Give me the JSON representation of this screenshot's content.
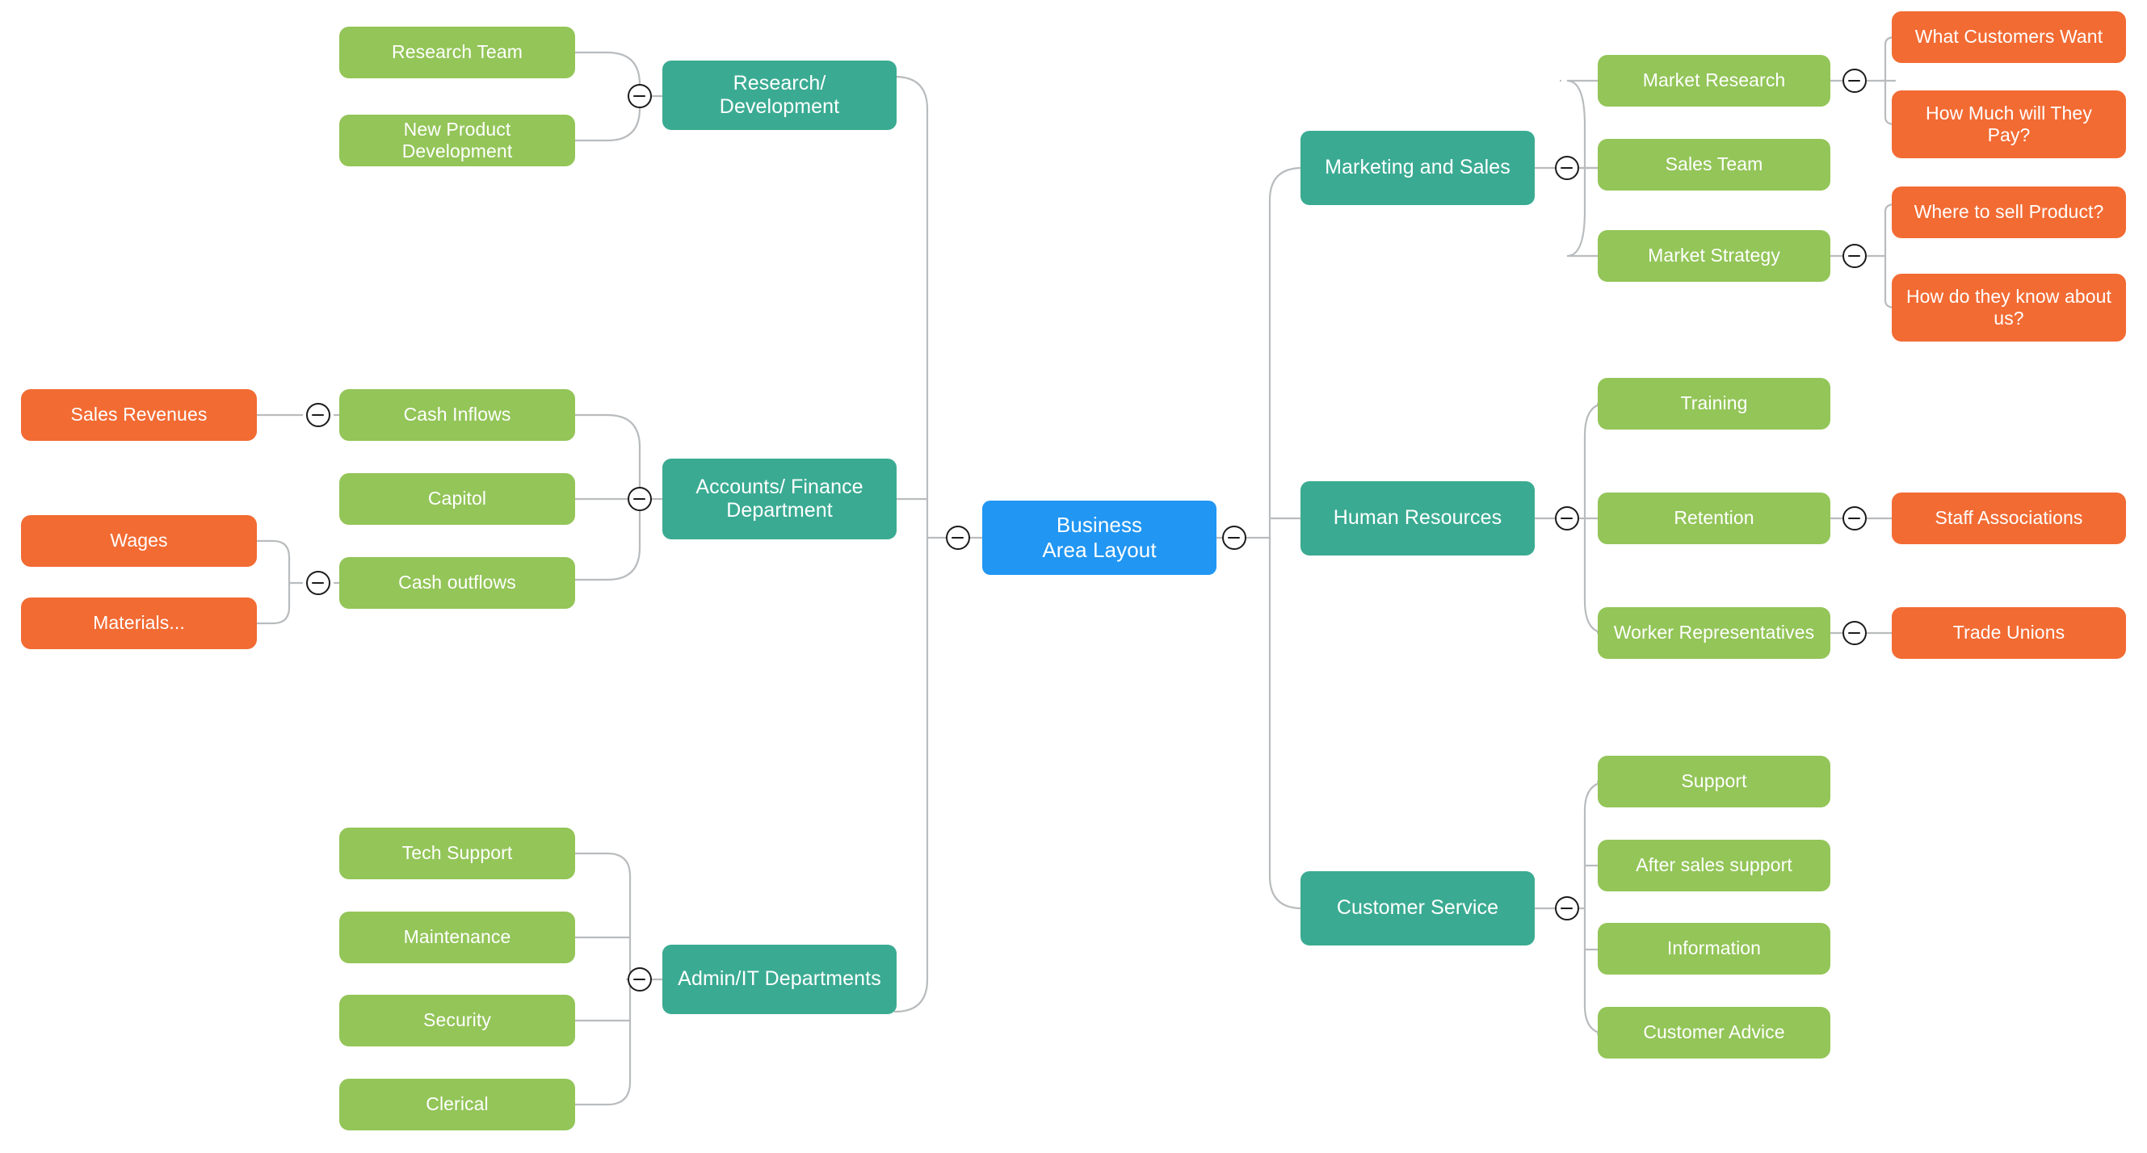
{
  "diagram": {
    "title": "Business Area Layout",
    "type": "mind-map",
    "background": "#ffffff",
    "colors": {
      "root": "#2196f3",
      "level1": "#3aab92",
      "level2": "#93c558",
      "level3": "#f26b33",
      "connector": "#b9bcbe",
      "toggle_border": "#1b1b1b",
      "node_text": "#ffffff"
    }
  },
  "toggle": {
    "icon": "collapse-minus-icon",
    "label": "−"
  },
  "nodes": {
    "root": {
      "label": "Business\nArea Layout",
      "line1": "Business",
      "line2": "Area Layout"
    },
    "research_development": {
      "label": "Research/ Development"
    },
    "research_team": {
      "label": "Research Team"
    },
    "new_product_development": {
      "label": "New Product Development",
      "line1": "New Product",
      "line2": "Development"
    },
    "accounts_finance": {
      "label": "Accounts/ Finance Department",
      "line1": "Accounts/ Finance",
      "line2": "Department"
    },
    "cash_inflows": {
      "label": "Cash Inflows"
    },
    "capitol": {
      "label": "Capitol"
    },
    "cash_outflows": {
      "label": "Cash outflows"
    },
    "sales_revenues": {
      "label": "Sales Revenues"
    },
    "wages": {
      "label": "Wages"
    },
    "materials": {
      "label": "Materials..."
    },
    "admin_it": {
      "label": "Admin/IT Departments"
    },
    "tech_support": {
      "label": "Tech Support"
    },
    "maintenance": {
      "label": "Maintenance"
    },
    "security": {
      "label": "Security"
    },
    "clerical": {
      "label": "Clerical"
    },
    "marketing_sales": {
      "label": "Marketing and Sales"
    },
    "market_research": {
      "label": "Market Research"
    },
    "sales_team": {
      "label": "Sales Team"
    },
    "market_strategy": {
      "label": "Market Strategy"
    },
    "what_customers_want": {
      "label": "What Customers Want"
    },
    "how_much_pay": {
      "label": "How Much will They Pay?",
      "line1": "How Much will They",
      "line2": "Pay?"
    },
    "where_to_sell": {
      "label": "Where to sell Product?"
    },
    "how_know_about_us": {
      "label": "How do they know about us?",
      "line1": "How do they know about",
      "line2": "us?"
    },
    "human_resources": {
      "label": "Human Resources"
    },
    "training": {
      "label": "Training"
    },
    "retention": {
      "label": "Retention"
    },
    "worker_representatives": {
      "label": "Worker Representatives"
    },
    "staff_associations": {
      "label": "Staff Associations"
    },
    "trade_unions": {
      "label": "Trade Unions"
    },
    "customer_service": {
      "label": "Customer Service"
    },
    "support": {
      "label": "Support"
    },
    "after_sales_support": {
      "label": "After sales support"
    },
    "information": {
      "label": "Information"
    },
    "customer_advice": {
      "label": "Customer Advice"
    }
  },
  "chart_data": {
    "type": "tree",
    "root": "Business Area Layout",
    "branches": [
      {
        "name": "Research/ Development",
        "side": "left",
        "children": [
          {
            "name": "Research Team",
            "children": []
          },
          {
            "name": "New Product Development",
            "children": []
          }
        ]
      },
      {
        "name": "Accounts/ Finance Department",
        "side": "left",
        "children": [
          {
            "name": "Cash Inflows",
            "children": [
              {
                "name": "Sales Revenues"
              }
            ]
          },
          {
            "name": "Capitol",
            "children": []
          },
          {
            "name": "Cash outflows",
            "children": [
              {
                "name": "Wages"
              },
              {
                "name": "Materials..."
              }
            ]
          }
        ]
      },
      {
        "name": "Admin/IT Departments",
        "side": "left",
        "children": [
          {
            "name": "Tech Support",
            "children": []
          },
          {
            "name": "Maintenance",
            "children": []
          },
          {
            "name": "Security",
            "children": []
          },
          {
            "name": "Clerical",
            "children": []
          }
        ]
      },
      {
        "name": "Marketing and Sales",
        "side": "right",
        "children": [
          {
            "name": "Market Research",
            "children": [
              {
                "name": "What Customers Want"
              },
              {
                "name": "How Much will They Pay?"
              }
            ]
          },
          {
            "name": "Sales Team",
            "children": []
          },
          {
            "name": "Market Strategy",
            "children": [
              {
                "name": "Where to sell Product?"
              },
              {
                "name": "How do they know about us?"
              }
            ]
          }
        ]
      },
      {
        "name": "Human Resources",
        "side": "right",
        "children": [
          {
            "name": "Training",
            "children": []
          },
          {
            "name": "Retention",
            "children": [
              {
                "name": "Staff Associations"
              }
            ]
          },
          {
            "name": "Worker Representatives",
            "children": [
              {
                "name": "Trade Unions"
              }
            ]
          }
        ]
      },
      {
        "name": "Customer Service",
        "side": "right",
        "children": [
          {
            "name": "Support",
            "children": []
          },
          {
            "name": "After sales support",
            "children": []
          },
          {
            "name": "Information",
            "children": []
          },
          {
            "name": "Customer Advice",
            "children": []
          }
        ]
      }
    ]
  }
}
